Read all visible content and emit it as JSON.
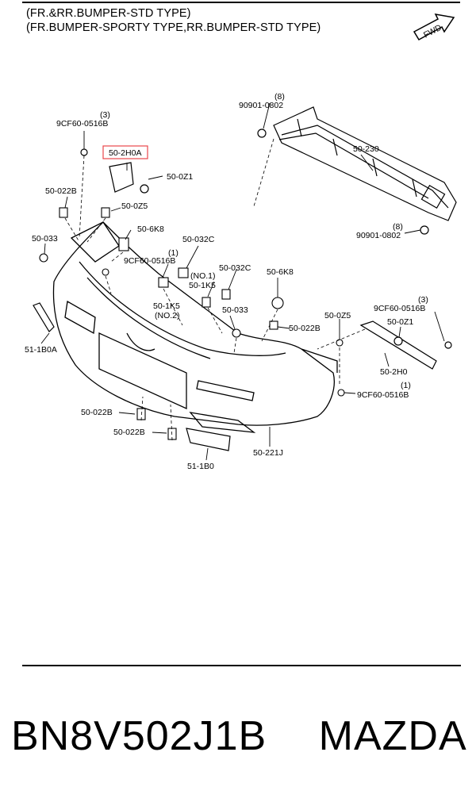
{
  "header": {
    "line1": "(FR.&RR.BUMPER-STD TYPE)",
    "line2": "(FR.BUMPER-SPORTY TYPE,RR.BUMPER-STD TYPE)"
  },
  "fwd_label": "FWD",
  "callouts": [
    {
      "id": "c1",
      "text": "9CF60-0516B",
      "qty": "(3)"
    },
    {
      "id": "c2",
      "text": "50-2H0A",
      "highlight": true,
      "highlight_color": "#e8474b"
    },
    {
      "id": "c3",
      "text": "50-0Z1"
    },
    {
      "id": "c4",
      "text": "50-022B"
    },
    {
      "id": "c5",
      "text": "50-0Z5"
    },
    {
      "id": "c6",
      "text": "50-6K8"
    },
    {
      "id": "c7",
      "text": "50-033"
    },
    {
      "id": "c8",
      "text": "9CF60-0516B",
      "qty": "(1)"
    },
    {
      "id": "c9",
      "text": "50-032C"
    },
    {
      "id": "c10",
      "text": "50-1K5",
      "note": "(NO.1)"
    },
    {
      "id": "c11",
      "text": "50-032C"
    },
    {
      "id": "c12",
      "text": "50-6K8"
    },
    {
      "id": "c13",
      "text": "50-1K5",
      "note": "(NO.2)"
    },
    {
      "id": "c14",
      "text": "50-033"
    },
    {
      "id": "c15",
      "text": "51-1B0A"
    },
    {
      "id": "c16",
      "text": "90901-0802",
      "qty": "(8)"
    },
    {
      "id": "c17",
      "text": "50-230"
    },
    {
      "id": "c18",
      "text": "90901-0802",
      "qty": "(8)"
    },
    {
      "id": "c19",
      "text": "9CF60-0516B",
      "qty": "(3)"
    },
    {
      "id": "c20",
      "text": "50-0Z5"
    },
    {
      "id": "c21",
      "text": "50-0Z1"
    },
    {
      "id": "c22",
      "text": "50-022B"
    },
    {
      "id": "c23",
      "text": "50-2H0"
    },
    {
      "id": "c24",
      "text": "9CF60-0516B",
      "qty": "(1)"
    },
    {
      "id": "c25",
      "text": "50-022B"
    },
    {
      "id": "c26",
      "text": "50-022B"
    },
    {
      "id": "c27",
      "text": "51-1B0"
    },
    {
      "id": "c28",
      "text": "50-221J"
    }
  ],
  "footer": {
    "part_number": "BN8V502J1B",
    "brand": "MAZDA"
  }
}
